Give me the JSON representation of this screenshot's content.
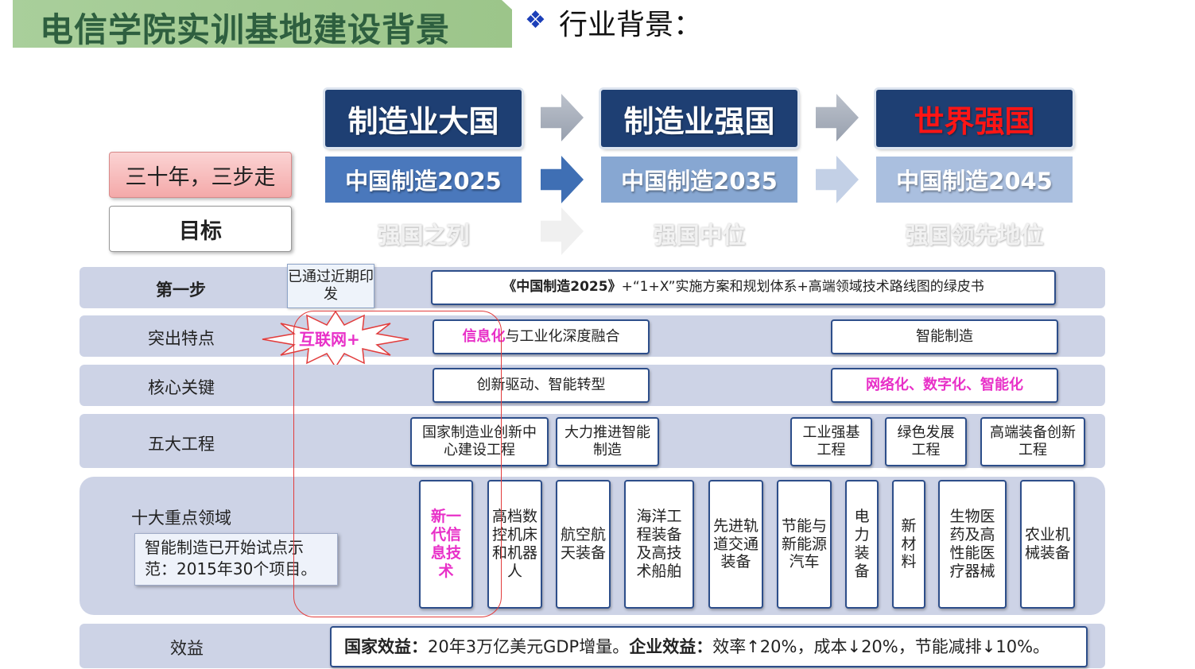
{
  "header": {
    "title": "电信学院实训基地建设背景",
    "section_heading": "行业背景：",
    "bullet_icon": "diamond-bullet-icon",
    "accent_color": "#9cc58a",
    "title_color": "#2e5f3f"
  },
  "stages": [
    {
      "stage": "制造业大国",
      "plan": "中国制造2025",
      "goal": "强国之列"
    },
    {
      "stage": "制造业强国",
      "plan": "中国制造2035",
      "goal": "强国中位"
    },
    {
      "stage": "世界强国",
      "plan": "中国制造2045",
      "goal": "强国领先地位"
    }
  ],
  "left_labels": {
    "strategy": "三十年，三步走",
    "goal": "目标"
  },
  "rows": {
    "step1": {
      "label": "第一步",
      "badge": "已通过近期印发",
      "content_bold": "《中国制造2025》",
      "content_rest": "+“1+X”实施方案和规划体系+高端领域技术路线图的绿皮书"
    },
    "features": {
      "label": "突出特点",
      "starburst": "互联网+",
      "left_highlight": "信息化",
      "left_rest": "与工业化深度融合",
      "right": "智能制造"
    },
    "core": {
      "label": "核心关键",
      "left": "创新驱动、智能转型",
      "right": "网络化、数字化、智能化"
    },
    "projects": {
      "label": "五大工程",
      "items": [
        "国家制造业创新中心建设工程",
        "大力推进智能制造",
        "工业强基工程",
        "绿色发展工程",
        "高端装备创新工程"
      ]
    },
    "fields": {
      "label": "十大重点领域",
      "note": "智能制造已开始试点示范：2015年30个项目。",
      "items": [
        "新一代信息技术",
        "高档数控机床和机器人",
        "航空航天装备",
        "海洋工程装备及高技术船舶",
        "先进轨道交通装备",
        "节能与新能源汽车",
        "电力装备",
        "新材料",
        "生物医药及高性能医疗器械",
        "农业机械装备"
      ]
    },
    "benefit": {
      "label": "效益",
      "national_label": "国家效益：",
      "national_value": "20年3万亿美元GDP增量。",
      "enterprise_label": "企业效益：",
      "enterprise_value": "效率↑20%，成本↓20%，节能减排↓10%。"
    }
  }
}
